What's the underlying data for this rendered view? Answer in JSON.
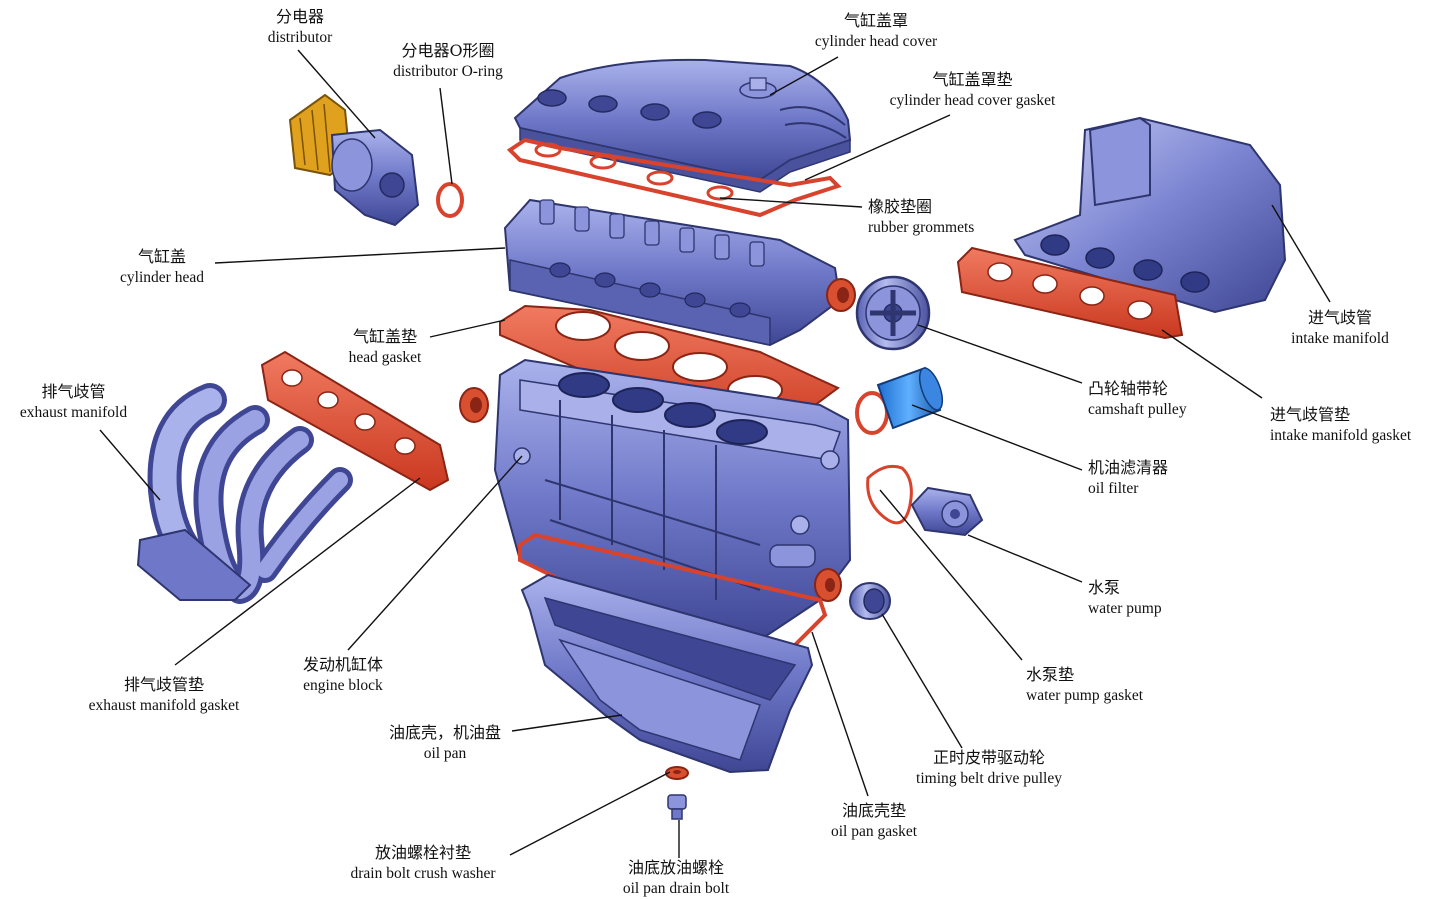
{
  "colors": {
    "body": "#6f78c8",
    "body_dark": "#3d4590",
    "body_light": "#b9c0f0",
    "gasket": "#e2503a",
    "gasket_dark": "#a82a1c",
    "ring": "#e2503a",
    "distributor_cap": "#e0a21e",
    "leader": "#111111"
  },
  "labels": {
    "distributor": {
      "zh": "分电器",
      "en": "distributor"
    },
    "distributor_oring": {
      "zh": "分电器O形圈",
      "en": "distributor O-ring"
    },
    "cylinder_head_cover": {
      "zh": "气缸盖罩",
      "en": "cylinder head cover"
    },
    "cylinder_head_cover_gasket": {
      "zh": "气缸盖罩垫",
      "en": "cylinder head cover gasket"
    },
    "rubber_grommets": {
      "zh": "橡胶垫圈",
      "en": "rubber grommets"
    },
    "cylinder_head": {
      "zh": "气缸盖",
      "en": "cylinder head"
    },
    "head_gasket": {
      "zh": "气缸盖垫",
      "en": "head gasket"
    },
    "intake_manifold": {
      "zh": "进气歧管",
      "en": "intake manifold"
    },
    "intake_manifold_gasket": {
      "zh": "进气歧管垫",
      "en": "intake manifold gasket"
    },
    "camshaft_pulley": {
      "zh": "凸轮轴带轮",
      "en": "camshaft pulley"
    },
    "exhaust_manifold": {
      "zh": "排气歧管",
      "en": "exhaust manifold"
    },
    "oil_filter": {
      "zh": "机油滤清器",
      "en": "oil filter"
    },
    "water_pump": {
      "zh": "水泵",
      "en": "water pump"
    },
    "water_pump_gasket": {
      "zh": "水泵垫",
      "en": "water pump gasket"
    },
    "exhaust_manifold_gasket": {
      "zh": "排气歧管垫",
      "en": "exhaust manifold gasket"
    },
    "engine_block": {
      "zh": "发动机缸体",
      "en": "engine block"
    },
    "oil_pan": {
      "zh": "油底壳，机油盘",
      "en": "oil pan"
    },
    "timing_belt_drive_pulley": {
      "zh": "正时皮带驱动轮",
      "en": "timing belt drive pulley"
    },
    "oil_pan_gasket": {
      "zh": "油底壳垫",
      "en": "oil pan gasket"
    },
    "drain_bolt_crush_washer": {
      "zh": "放油螺栓衬垫",
      "en": "drain bolt crush washer"
    },
    "oil_pan_drain_bolt": {
      "zh": "油底放油螺栓",
      "en": "oil pan drain bolt"
    }
  }
}
